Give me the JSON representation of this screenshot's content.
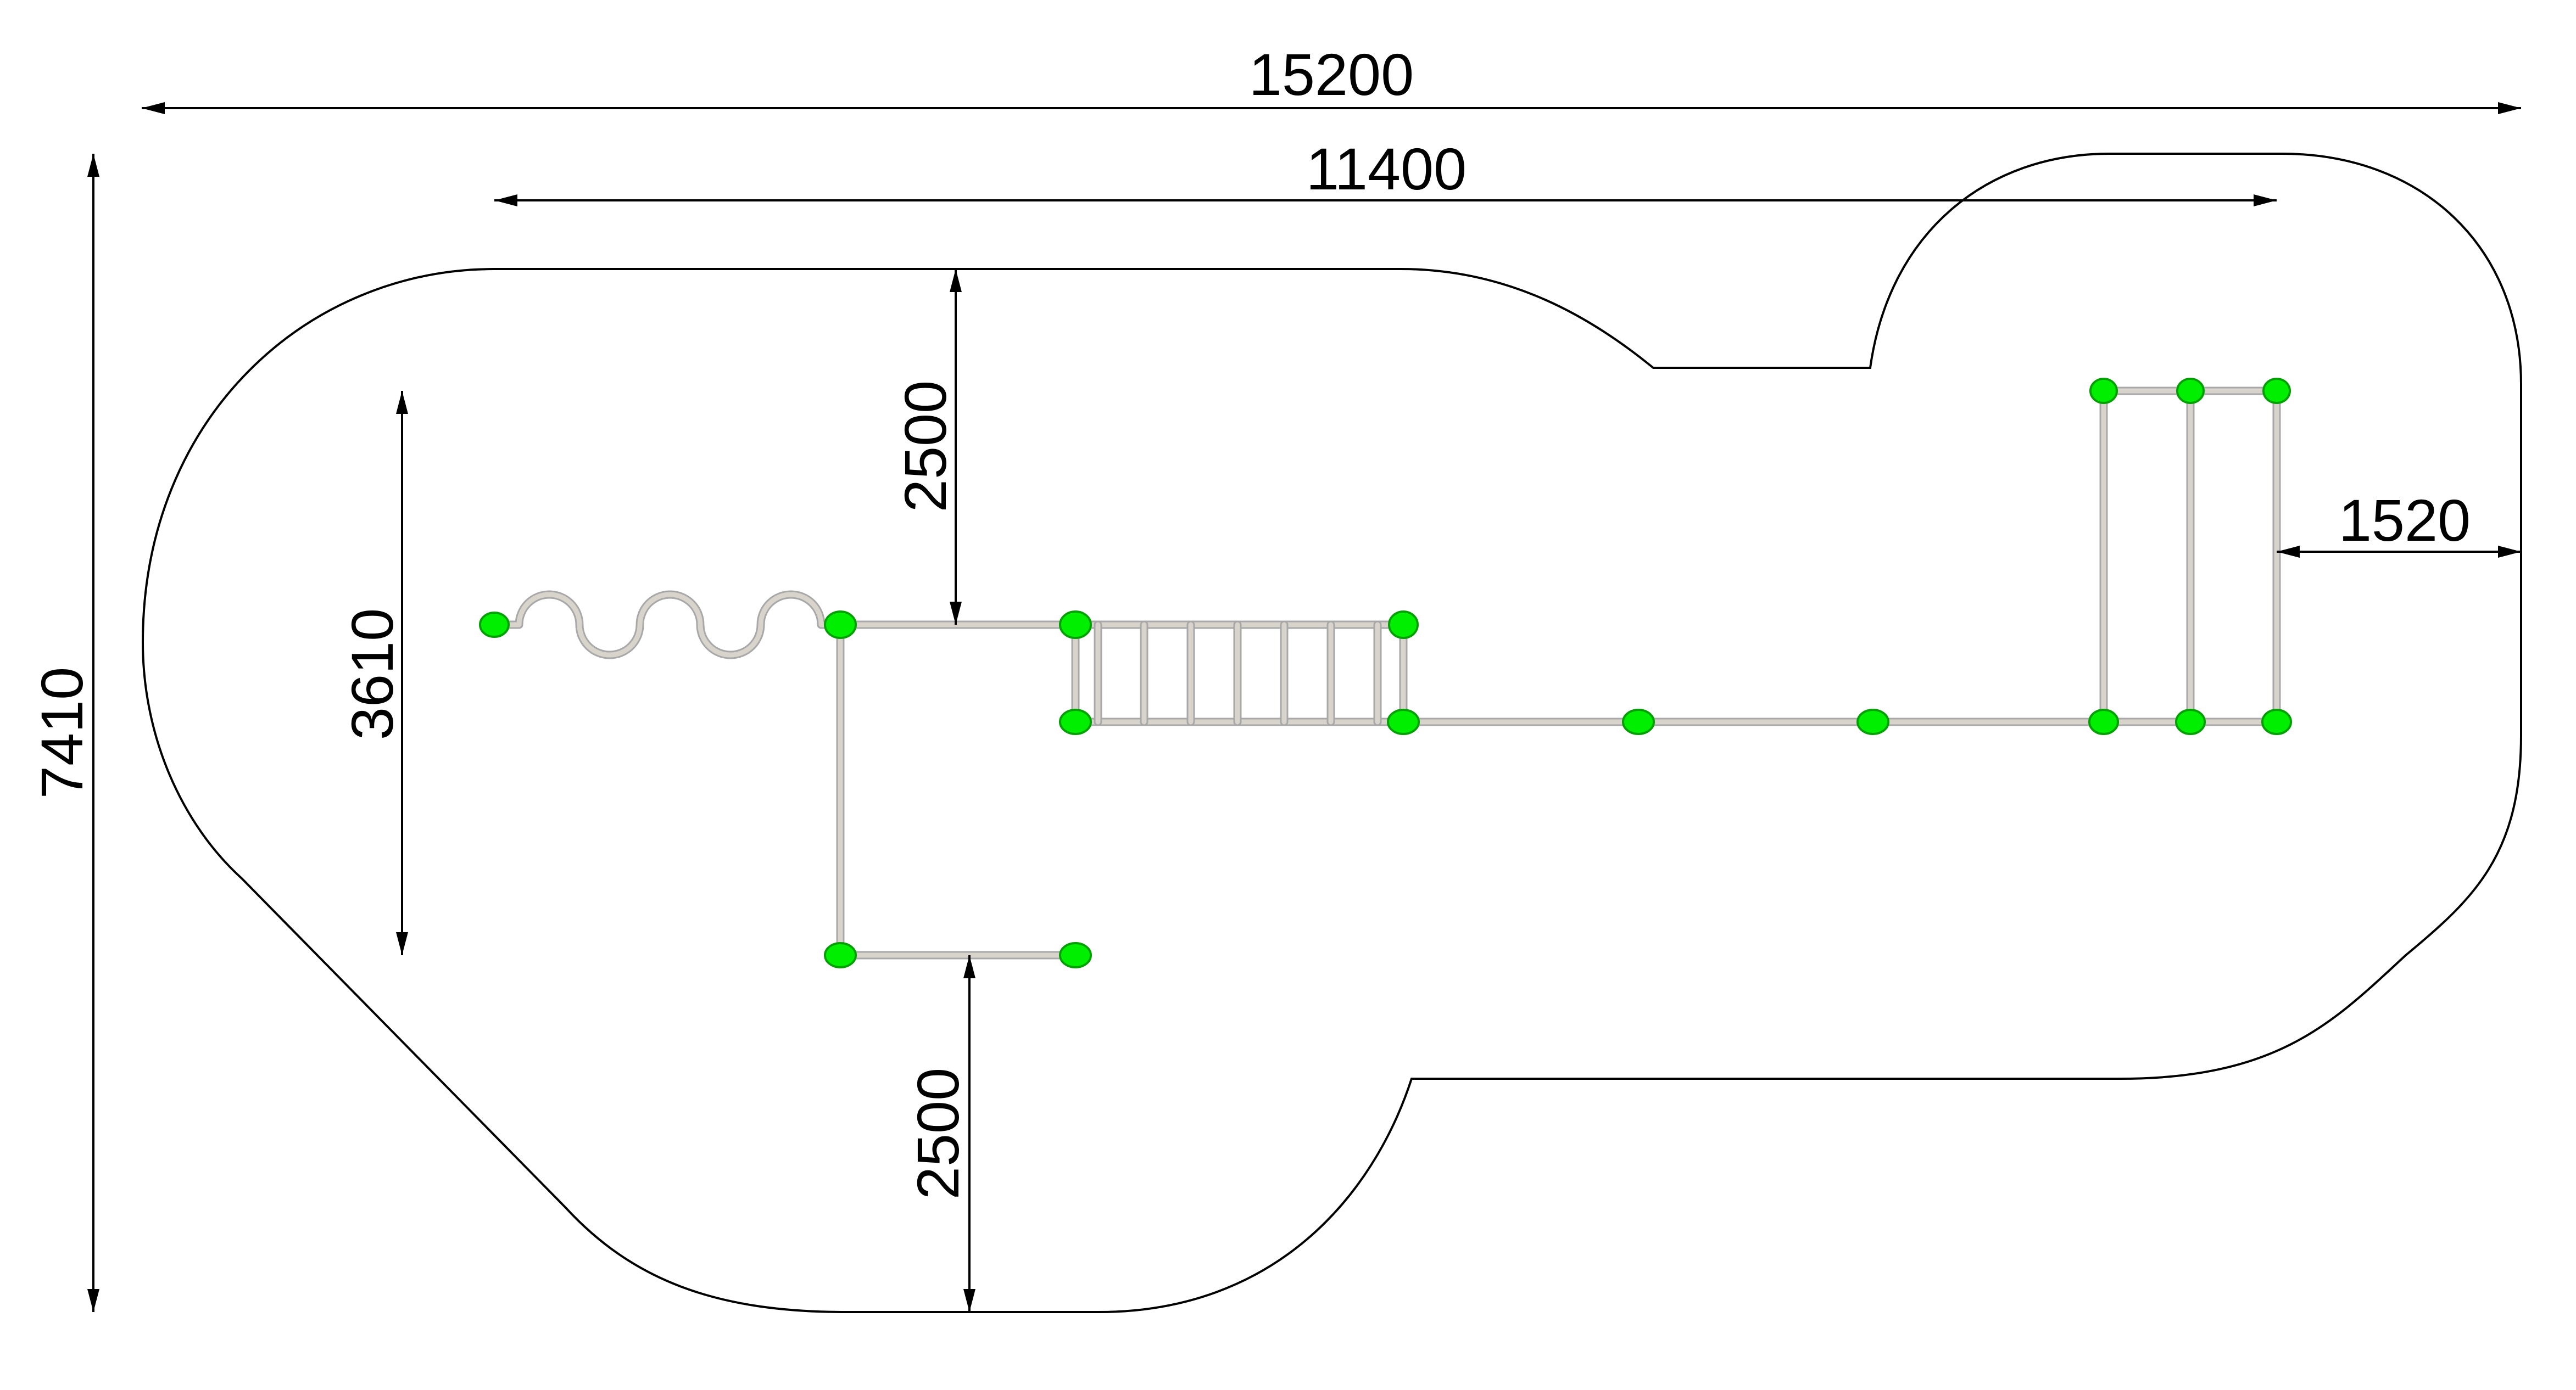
{
  "dimensions": {
    "overall_width": "15200",
    "inner_width": "11400",
    "overall_height": "7410",
    "equipment_depth": "3610",
    "clearance_top": "2500",
    "clearance_bottom": "2500",
    "clearance_right": "1520"
  },
  "colors": {
    "outline": "#000000",
    "post": "#00ee00",
    "pipe": "#d8d4cc"
  }
}
